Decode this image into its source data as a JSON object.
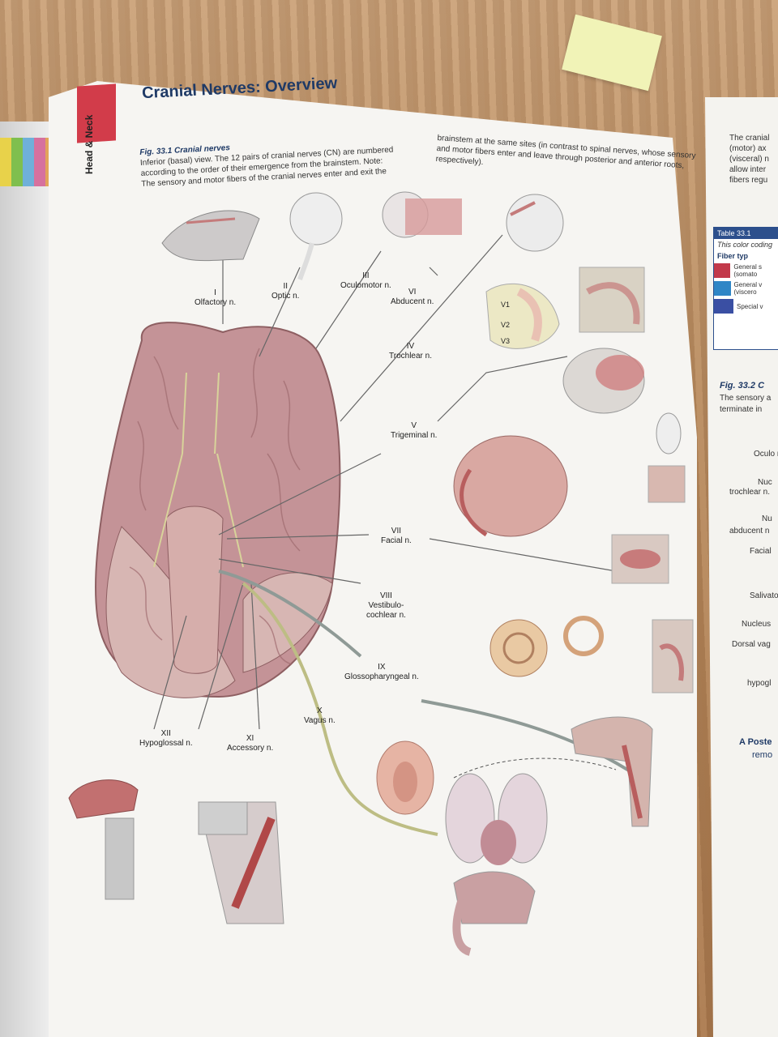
{
  "book": {
    "section_tab": "Head & Neck",
    "page_title": "Cranial Nerves: Overview"
  },
  "figure": {
    "number": "Fig. 33.1",
    "title": "Cranial nerves",
    "caption_line1": "Inferior (basal) view. The 12 pairs of cranial nerves (CN) are numbered",
    "caption_line2": "according to the order of their emergence from the brainstem. Note:",
    "caption_line3": "The sensory and motor fibers of the cranial nerves enter and exit the",
    "caption_line4": "brainstem at the same sites (in contrast to spinal nerves, whose sensory",
    "caption_line5": "and motor fibers enter and leave through posterior and anterior roots,",
    "caption_line6": "respectively)."
  },
  "nerves": [
    {
      "numeral": "I",
      "name": "Olfactory n."
    },
    {
      "numeral": "II",
      "name": "Optic n."
    },
    {
      "numeral": "III",
      "name": "Oculomotor n."
    },
    {
      "numeral": "VI",
      "name": "Abducent n."
    },
    {
      "numeral": "IV",
      "name": "Trochlear n."
    },
    {
      "numeral": "V",
      "name": "Trigeminal n."
    },
    {
      "numeral": "VII",
      "name": "Facial n."
    },
    {
      "numeral": "VIII",
      "name": "Vestibulo-",
      "name2": "cochlear n."
    },
    {
      "numeral": "IX",
      "name": "Glossopharyngeal n."
    },
    {
      "numeral": "X",
      "name": "Vagus n."
    },
    {
      "numeral": "XI",
      "name": "Accessory n."
    },
    {
      "numeral": "XII",
      "name": "Hypoglossal n."
    }
  ],
  "trigeminal_branches": [
    "V1",
    "V2",
    "V3"
  ],
  "right_page": {
    "lines": [
      "The cranial",
      "(motor) ax",
      "(visceral) n",
      "allow inter",
      "fibers regu"
    ],
    "table_label": "Table 33.1",
    "table_caption": "This color coding",
    "table_header": "Fiber typ",
    "table_rows": [
      "General s (somato",
      "General v (viscero",
      "Special v"
    ],
    "fig_label": "Fig. 33.2 C",
    "fig_lines": [
      "The sensory a",
      "terminate in"
    ],
    "labels": [
      "Oculo nucl",
      "Nuc",
      "trochlear n.",
      "Nu",
      "abducent n",
      "Facial",
      "Salivato",
      "Nucleus",
      "Dorsal vag",
      "hypogl"
    ],
    "caption_a": "A Poste",
    "caption_a2": "remo"
  },
  "colors": {
    "title_blue": "#1f3a66",
    "tab_red": "#d23c4a",
    "nerve_yellow": "#d8d39a",
    "brain_pink": "#c58f8f"
  }
}
